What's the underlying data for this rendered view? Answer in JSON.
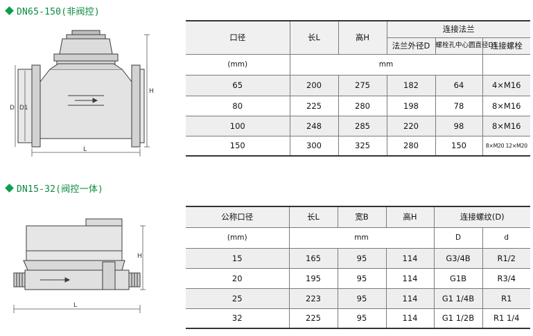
{
  "section1": {
    "title": "DN65-150(非阀控)",
    "drawing_labels": {
      "d": "D",
      "d1": "D1",
      "h": "H",
      "l": "L"
    },
    "table": {
      "headers": {
        "caliber": "口径",
        "length": "长L",
        "height": "高H",
        "flange": "连接法兰",
        "flange_od": "法兰外径D",
        "bolt_circle": "螺栓孔中心圆直径D1",
        "bolt": "连接螺栓"
      },
      "units": {
        "caliber": "(mm)",
        "dims": "mm"
      },
      "rows": [
        {
          "dn": "65",
          "l": "200",
          "h": "275",
          "d": "182",
          "d1": "64",
          "bolt": "4×M16"
        },
        {
          "dn": "80",
          "l": "225",
          "h": "280",
          "d": "198",
          "d1": "78",
          "bolt": "8×M16"
        },
        {
          "dn": "100",
          "l": "248",
          "h": "285",
          "d": "220",
          "d1": "98",
          "bolt": "8×M16"
        },
        {
          "dn": "150",
          "l": "300",
          "h": "325",
          "d": "280",
          "d1": "150",
          "bolt": "8×M20 12×M20"
        }
      ]
    }
  },
  "section2": {
    "title": "DN15-32(阀控一体)",
    "drawing_labels": {
      "h": "H",
      "l": "L"
    },
    "table": {
      "headers": {
        "caliber": "公称口径",
        "length": "长L",
        "width": "宽B",
        "height": "高H",
        "thread": "连接螺纹(D)"
      },
      "units": {
        "caliber": "(mm)",
        "dims": "mm",
        "d_big": "D",
        "d_small": "d"
      },
      "rows": [
        {
          "dn": "15",
          "l": "165",
          "b": "95",
          "h": "114",
          "D": "G3/4B",
          "d": "R1/2"
        },
        {
          "dn": "20",
          "l": "195",
          "b": "95",
          "h": "114",
          "D": "G1B",
          "d": "R3/4"
        },
        {
          "dn": "25",
          "l": "223",
          "b": "95",
          "h": "114",
          "D": "G1 1/4B",
          "d": "R1"
        },
        {
          "dn": "32",
          "l": "225",
          "b": "95",
          "h": "114",
          "D": "G1 1/2B",
          "d": "R1 1/4"
        }
      ]
    }
  }
}
